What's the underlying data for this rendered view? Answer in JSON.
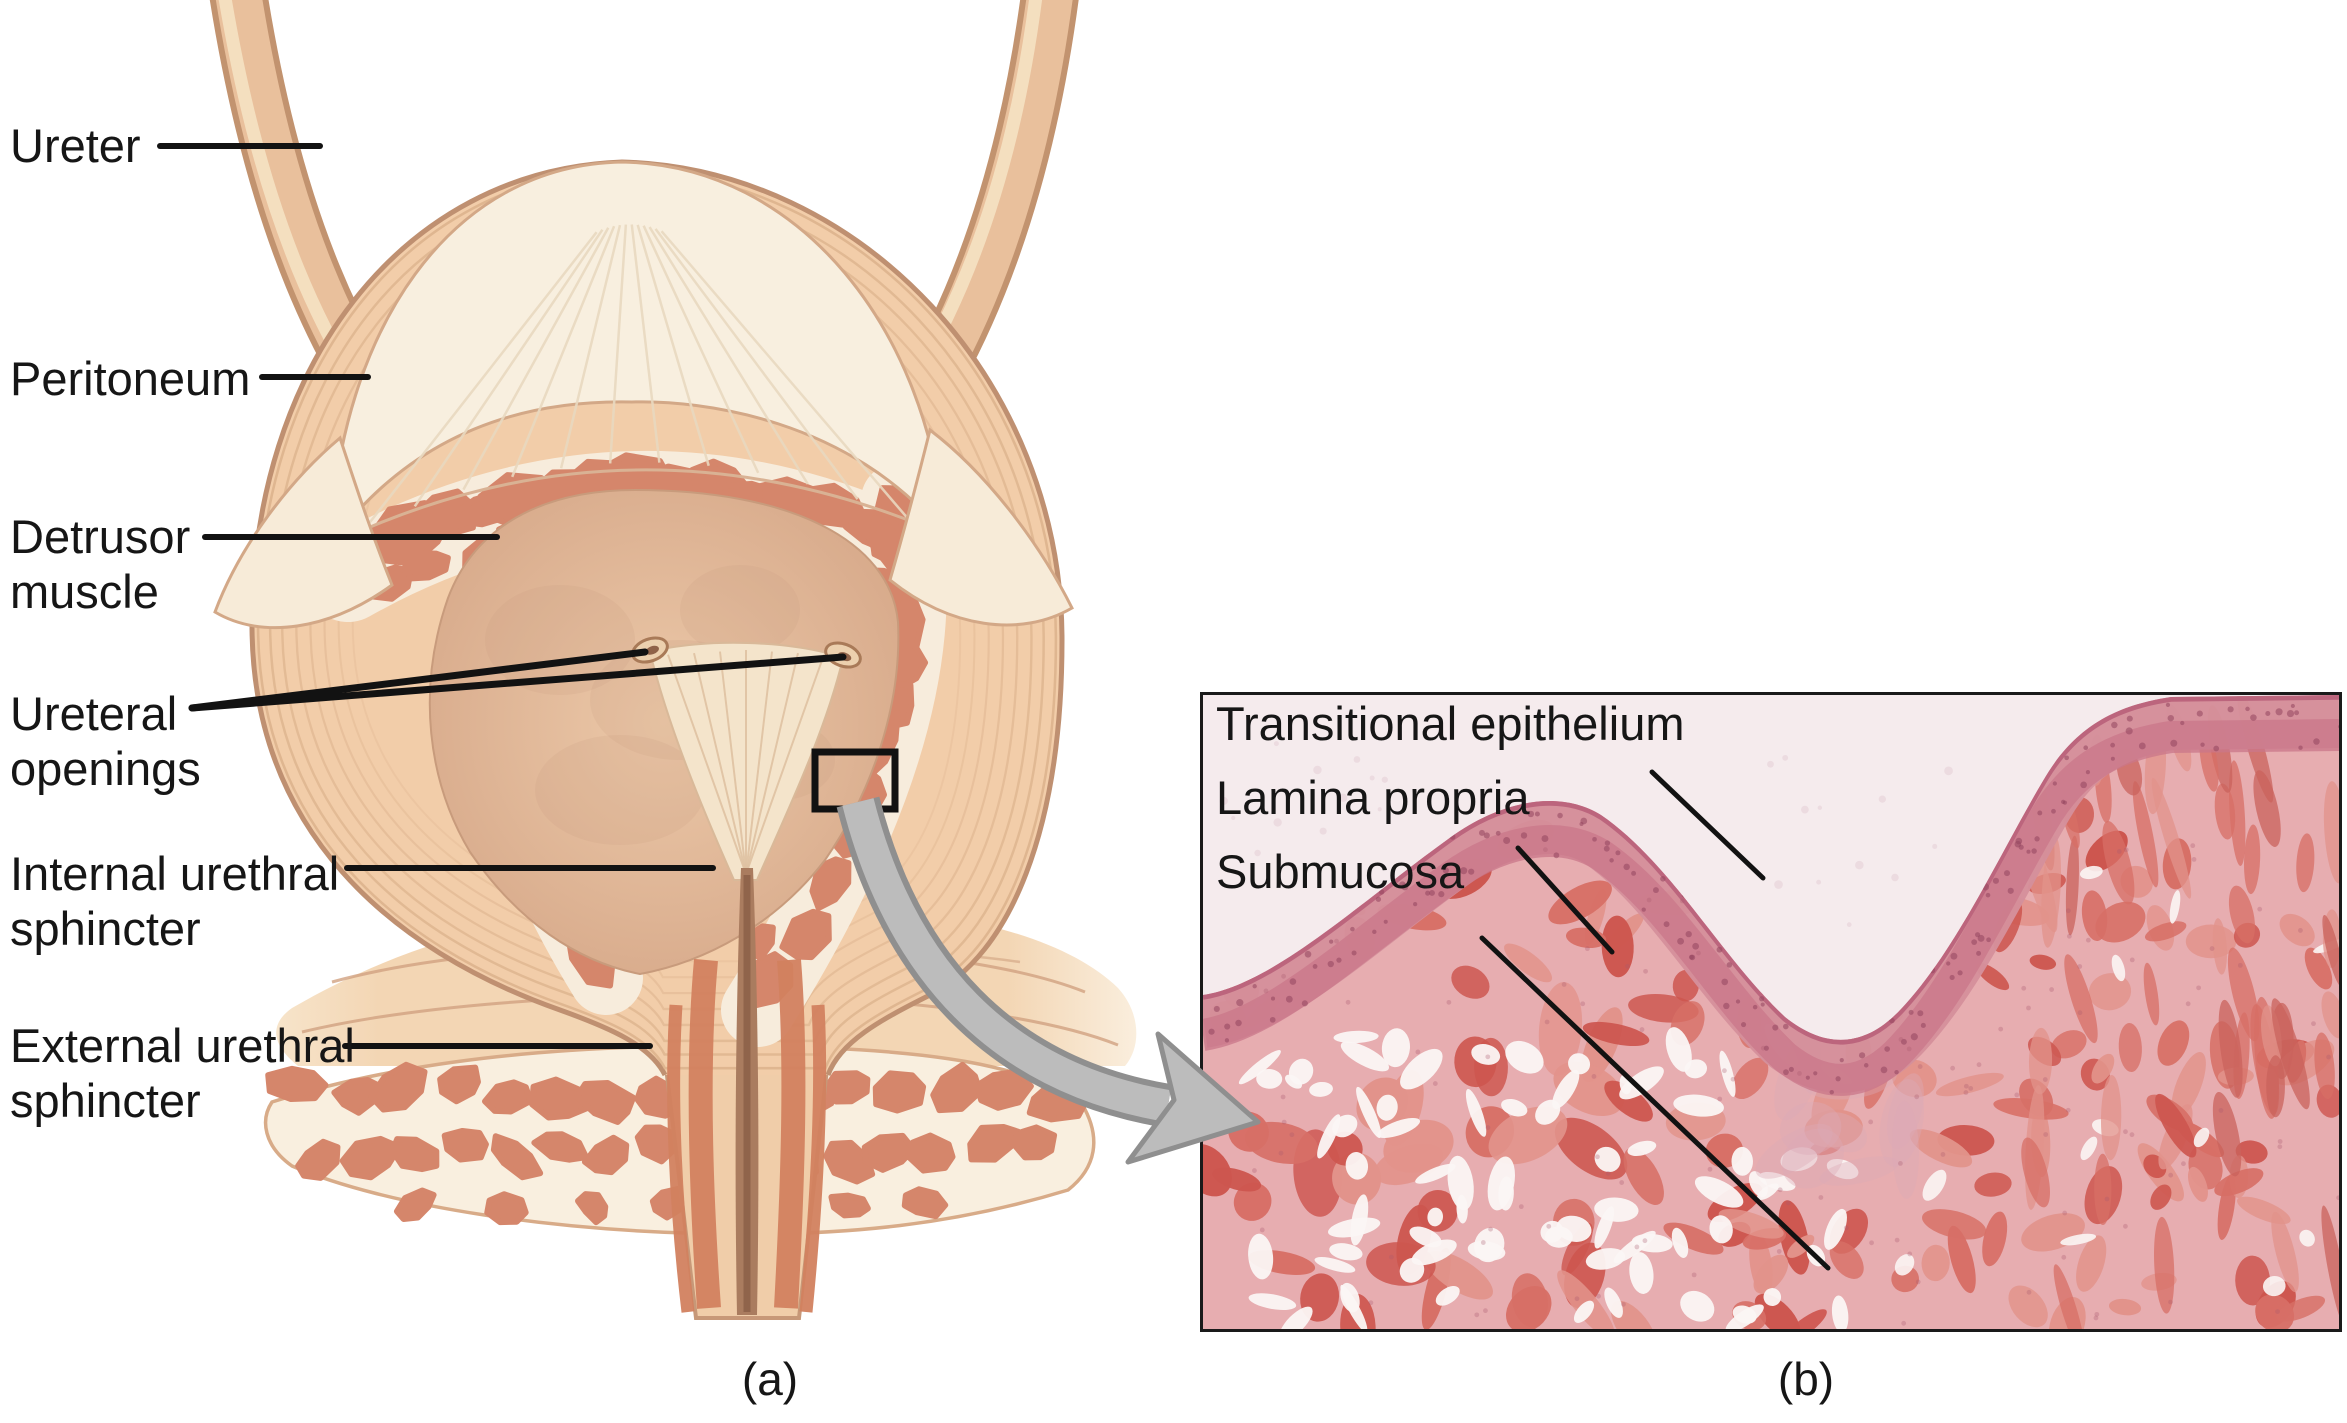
{
  "figure": {
    "captions": {
      "a": "(a)",
      "b": "(b)"
    }
  },
  "panel_a": {
    "labels": {
      "ureter": "Ureter",
      "peritoneum": "Peritoneum",
      "detrusor_muscle": "Detrusor\nmuscle",
      "ureteral_openings": "Ureteral\nopenings",
      "internal_urethral_sphincter": "Internal urethral\nsphincter",
      "external_urethral_sphincter": "External urethral\nsphincter"
    }
  },
  "panel_b": {
    "labels": {
      "transitional_epithelium": "Transitional epithelium",
      "lamina_propria": "Lamina propria",
      "submucosa": "Submucosa"
    }
  },
  "colors": {
    "label_text": "#161616",
    "leader_line": "#121212",
    "ureter_outline": "#c2936f",
    "ureter_fill": "#e9c09c",
    "ureter_highlight": "#f6e4c6",
    "dome_fill": "#f8efdf",
    "dome_stroke": "#d3a887",
    "dome_streak": "#e9d9c0",
    "wall_fill": "#f2cda9",
    "wall_stroke": "#bf9071",
    "wall_streak": "#dcb28c",
    "mortar": "#f7ecdc",
    "muscle_blob": "#d5866b",
    "lumen_light": "#ecc9a9",
    "lumen_dark": "#d5a687",
    "lumen_patch": "#c99d7e",
    "trigone_fill": "#f4e4cb",
    "trigone_streak": "#dfc2a2",
    "opening_lip": "#ecd0ae",
    "opening_slit": "#8f6248",
    "canal_fill": "#aa7c5f",
    "canal_core": "#8a5e46",
    "tube_fill": "#f0cda9",
    "tube_stroke": "#c79878",
    "strip": "#d2815f",
    "band_fill": "#f3d6b4",
    "band_streak": "#d1a181",
    "sphincter_fill": "#f9efdf",
    "sphincter_stroke": "#d8ab88",
    "arrow_fill": "#bcbcbc",
    "arrow_stroke": "#8f8f8f",
    "inset_bg": "#f5ebed",
    "inset_border": "#1a1a1a",
    "tissue_base": "#e7adb0",
    "epithelium": "#d58f9b",
    "epithelium_deep": "#c97789",
    "surface_edge": "#b9607a",
    "nuclei": "#93465f",
    "red_a": "#cd564f",
    "red_b": "#d76f66",
    "red_c": "#e2938b",
    "gap_white": "#fbf5f4"
  }
}
